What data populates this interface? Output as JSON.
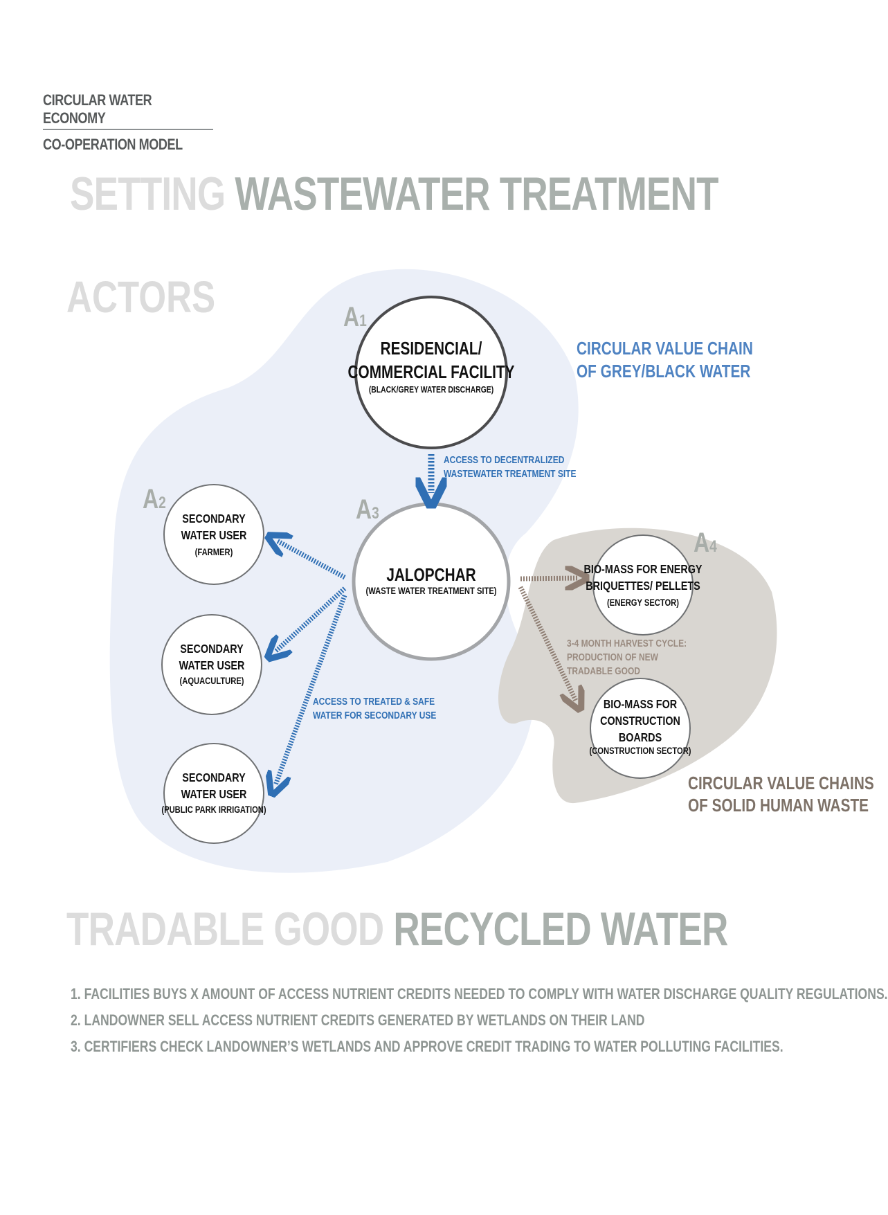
{
  "header": {
    "line1": "CIRCULAR WATER ECONOMY",
    "line2": "CO-OPERATION MODEL"
  },
  "setting": {
    "light": "SETTING",
    "dark": "WASTEWATER TREATMENT"
  },
  "actors": "ACTORS",
  "actor_labels": {
    "a1": {
      "letter": "A",
      "num": "1"
    },
    "a2": {
      "letter": "A",
      "num": "2"
    },
    "a3": {
      "letter": "A",
      "num": "3"
    },
    "a4": {
      "letter": "A",
      "num": "4"
    }
  },
  "nodes": {
    "residential": {
      "line1": "RESIDENCIAL/",
      "line2": "COMMERCIAL FACILITY",
      "sub": "(BLACK/GREY WATER DISCHARGE)"
    },
    "jalopchar": {
      "line1": "JALOPCHAR",
      "sub": "(WASTE WATER TREATMENT SITE)"
    },
    "farmer": {
      "line1": "SECONDARY",
      "line2": "WATER USER",
      "sub": "(FARMER)"
    },
    "aquaculture": {
      "line1": "SECONDARY",
      "line2": "WATER USER",
      "sub": "(AQUACULTURE)"
    },
    "park": {
      "line1": "SECONDARY",
      "line2": "WATER USER",
      "sub": "(PUBLIC PARK IRRIGATION)"
    },
    "energy": {
      "line1": "BIO-MASS FOR ENERGY",
      "line2": "BRIQUETTES/ PELLETS",
      "sub": "(ENERGY SECTOR)"
    },
    "construction": {
      "line1": "BIO-MASS FOR",
      "line2": "CONSTRUCTION",
      "line3": "BOARDS",
      "sub": "(CONSTRUCTION SECTOR)"
    }
  },
  "annotations": {
    "access_decentral_1": "ACCESS TO DECENTRALIZED",
    "access_decentral_2": "WASTEWATER TREATMENT SITE",
    "access_treated_1": "ACCESS TO TREATED & SAFE",
    "access_treated_2": "WATER FOR SECONDARY USE",
    "harvest_1": "3-4 MONTH HARVEST CYCLE:",
    "harvest_2": "PRODUCTION OF NEW",
    "harvest_3": "TRADABLE GOOD",
    "grey_chain_1": "CIRCULAR VALUE CHAIN",
    "grey_chain_2": "OF GREY/BLACK WATER",
    "solid_chain_1": "CIRCULAR VALUE CHAINS",
    "solid_chain_2": "OF SOLID HUMAN WASTE"
  },
  "tradable": {
    "light": "TRADABLE GOOD",
    "dark": "RECYCLED WATER"
  },
  "list": [
    "1. FACILITIES BUYS X AMOUNT OF ACCESS NUTRIENT CREDITS  NEEDED TO COMPLY WITH WATER DISCHARGE QUALITY REGULATIONS.",
    "2. LANDOWNER SELL ACCESS NUTRIENT CREDITS GENERATED BY WETLANDS ON THEIR LAND",
    "3. CERTIFIERS CHECK LANDOWNER’S WETLANDS AND APPROVE CREDIT TRADING TO  WATER POLLUTING FACILITIES."
  ],
  "colors": {
    "blue_blob": "#ebeff8",
    "grey_blob": "#d9d6d1",
    "blue_accent": "#2f6fb4",
    "brown_accent": "#8f7e73",
    "title_light": "#dcdcdc",
    "title_dark": "#a9b0ac"
  }
}
